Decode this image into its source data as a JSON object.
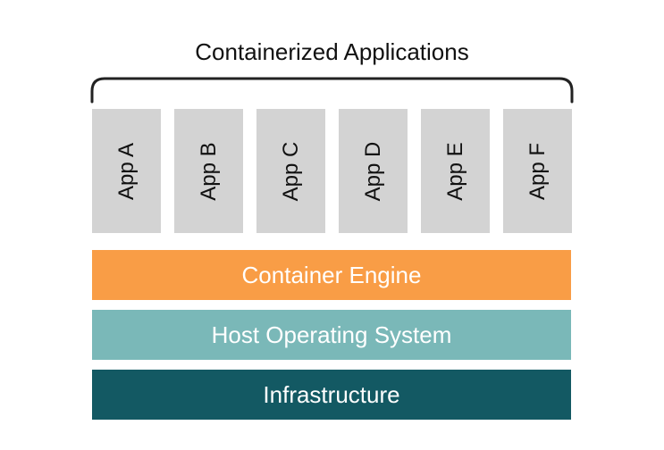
{
  "diagram": {
    "title": "Containerized Applications",
    "apps": [
      {
        "label": "App A"
      },
      {
        "label": "App B"
      },
      {
        "label": "App C"
      },
      {
        "label": "App D"
      },
      {
        "label": "App E"
      },
      {
        "label": "App F"
      }
    ],
    "layers": [
      {
        "label": "Container Engine",
        "color": "#f99d46"
      },
      {
        "label": "Host Operating System",
        "color": "#7ab8b8"
      },
      {
        "label": "Infrastructure",
        "color": "#135963"
      }
    ],
    "colors": {
      "app_box": "#d3d3d3",
      "text": "#111111",
      "brace": "#222222"
    }
  }
}
